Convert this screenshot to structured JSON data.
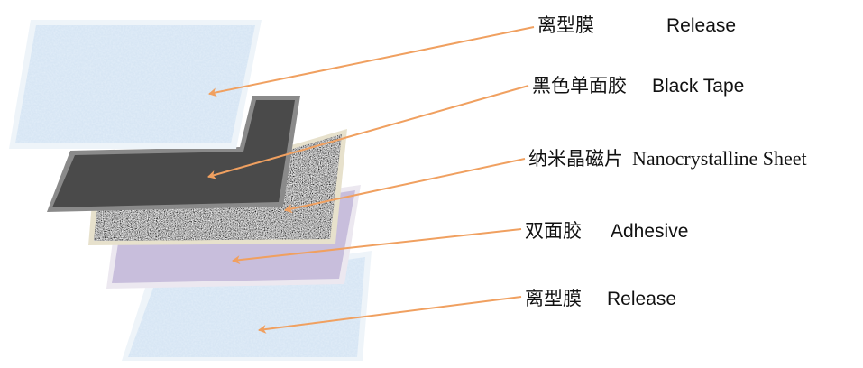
{
  "layers": [
    {
      "id": "release-top",
      "cn": "离型膜",
      "en": "Release"
    },
    {
      "id": "black-tape",
      "cn": "黑色单面胶",
      "en": "Black Tape"
    },
    {
      "id": "nanocrystalline-sheet",
      "cn": "纳米晶磁片",
      "en": "Nanocrystalline Sheet"
    },
    {
      "id": "adhesive",
      "cn": "双面胶",
      "en": "Adhesive"
    },
    {
      "id": "release-bottom",
      "cn": "离型膜",
      "en": "Release"
    }
  ],
  "colors": {
    "arrow": "#f0a060",
    "release_fill": "#d7e6f4",
    "release_frame": "#eef4f9",
    "black_tape_fill": "#4a4a4a",
    "black_tape_border": "#8a8a8a",
    "nano_frame": "#e7e1cc",
    "adhesive_fill": "#c8bedc",
    "adhesive_frame": "#ece8f0"
  }
}
